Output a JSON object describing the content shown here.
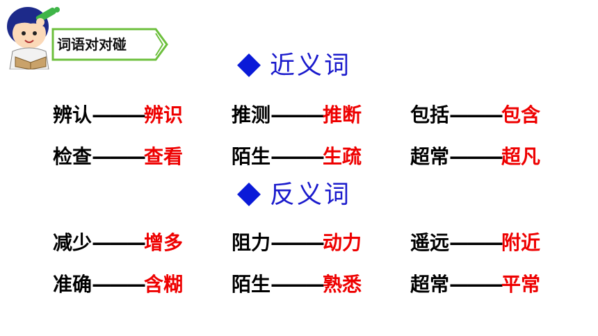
{
  "tag": {
    "label": "词语对对碰"
  },
  "synonyms": {
    "heading": "近义词",
    "rows": [
      [
        {
          "a": "辨认",
          "b": "辨识"
        },
        {
          "a": "推测",
          "b": "推断"
        },
        {
          "a": "包括",
          "b": "包含"
        }
      ],
      [
        {
          "a": "检查",
          "b": "查看"
        },
        {
          "a": "陌生",
          "b": "生疏"
        },
        {
          "a": "超常",
          "b": "超凡"
        }
      ]
    ]
  },
  "antonyms": {
    "heading": "反义词",
    "rows": [
      [
        {
          "a": "减少",
          "b": "增多"
        },
        {
          "a": "阻力",
          "b": "动力"
        },
        {
          "a": "遥远",
          "b": "附近"
        }
      ],
      [
        {
          "a": "准确",
          "b": "含糊"
        },
        {
          "a": "陌生",
          "b": "熟悉"
        },
        {
          "a": "超常",
          "b": "平常"
        }
      ]
    ]
  },
  "dash": "———",
  "colors": {
    "heading": "#1a1acc",
    "diamond": "#0a1ad8",
    "answer": "#ee0000",
    "tag_border": "#6cbf3c"
  }
}
